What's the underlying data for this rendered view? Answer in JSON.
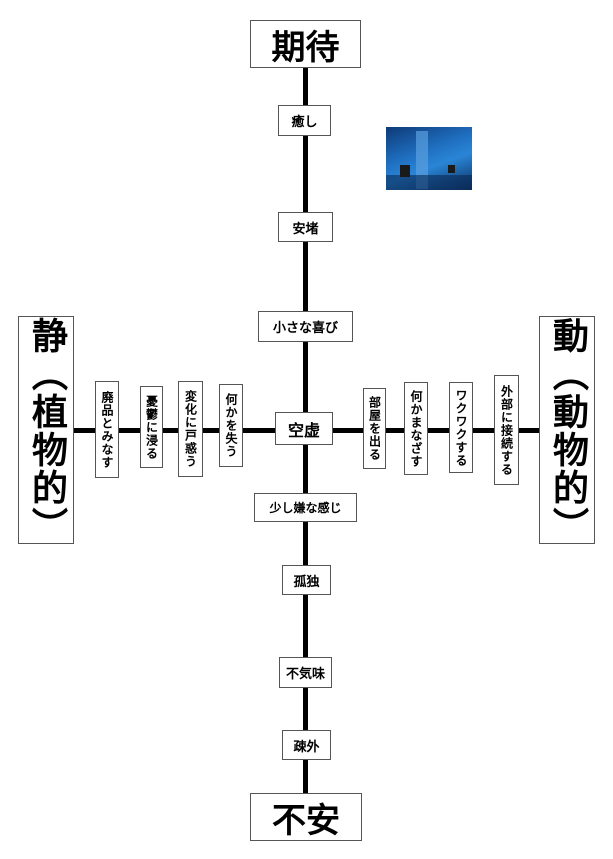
{
  "axis": {
    "top": "期待",
    "bottom": "不安",
    "left": "静（植物的）",
    "right": "動（動物的）"
  },
  "vertical_labels": [
    "癒し",
    "安堵",
    "小さな喜び",
    "空虚",
    "少し嫌な感じ",
    "孤独",
    "不気味",
    "疎外"
  ],
  "left_labels": [
    "廃品とみなす",
    "憂鬱に浸る",
    "変化に戸惑う",
    "何かを失う"
  ],
  "right_labels": [
    "部屋を出る",
    "何かまなざす",
    "ワクワクする",
    "外部に接続する"
  ],
  "colors": {
    "line": "#000000",
    "photo": "#1f6fc0"
  }
}
